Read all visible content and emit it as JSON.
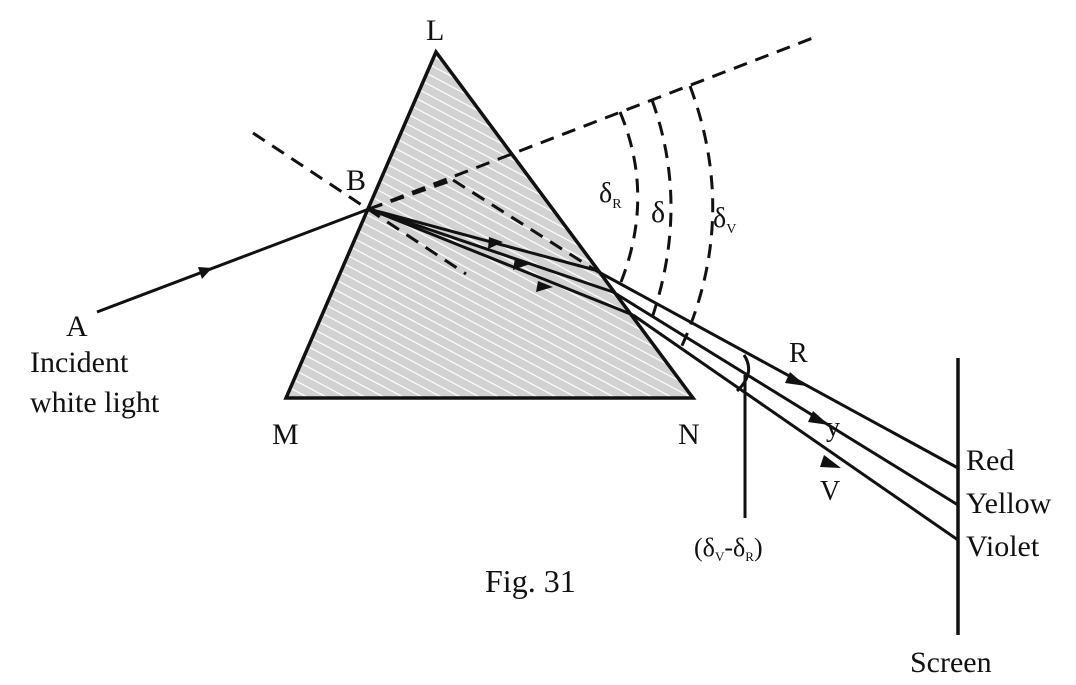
{
  "figure": {
    "caption": "Fig. 31",
    "points": {
      "apex": "L",
      "base_left": "M",
      "base_right": "N",
      "incidence_point": "B",
      "source": "A"
    },
    "incident_label": [
      "Incident",
      "white light"
    ],
    "ray_labels": {
      "red": "R",
      "yellow": "y",
      "violet": "V"
    },
    "angles": {
      "red": {
        "symbol": "δ",
        "sub": "R"
      },
      "mean": {
        "symbol": "δ"
      },
      "violet": {
        "symbol": "δ",
        "sub": "V"
      },
      "dispersion": {
        "open": "(",
        "s1": "δ",
        "sub1": "V",
        "dash": "-",
        "s2": "δ",
        "sub2": "R",
        "close": ")"
      }
    },
    "screen_label": "Screen",
    "screen_colors": [
      "Red",
      "Yellow",
      "Violet"
    ]
  }
}
